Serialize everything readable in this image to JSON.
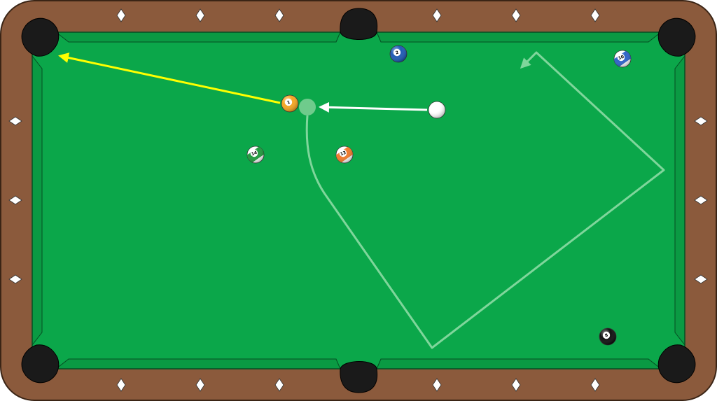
{
  "table": {
    "rail_color": "#8B5A3C",
    "cloth_color": "#0BA74A",
    "cushion_color": "#0A9A43",
    "pocket_color": "#1A1A1A",
    "diamond_color": "#FFFFFF"
  },
  "balls": [
    {
      "id": "cue",
      "number": "",
      "color": "#FFFFFF",
      "stripe": false
    },
    {
      "id": "ball-1",
      "number": "1",
      "color": "#F5A623",
      "stripe": false
    },
    {
      "id": "ball-2",
      "number": "2",
      "color": "#1F5BB5",
      "stripe": false
    },
    {
      "id": "ball-10",
      "number": "10",
      "color": "#2E63C9",
      "stripe": true
    },
    {
      "id": "ball-14",
      "number": "14",
      "color": "#1E9A3C",
      "stripe": true
    },
    {
      "id": "ball-13",
      "number": "13",
      "color": "#F07A2C",
      "stripe": true
    },
    {
      "id": "ball-8",
      "number": "8",
      "color": "#111111",
      "stripe": false
    }
  ],
  "ghost_ball_color": "#6FCB8C",
  "paths": {
    "cue_path_color": "#FFFFFF",
    "object_path_color": "#FFFF00",
    "cue_ball_route_color": "#7FD69B"
  }
}
